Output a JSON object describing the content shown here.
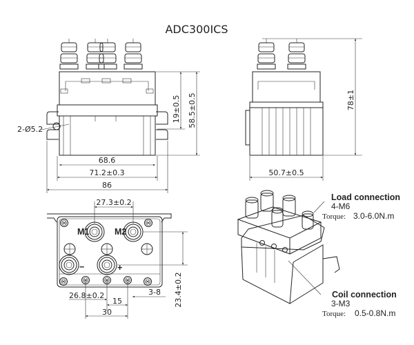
{
  "title": "ADC300ICS",
  "front_view": {
    "hole_label": "2-Ø5.2",
    "dim_height_top": "19±0.5",
    "dim_height_total": "58.5±0.5",
    "dim_width_body": "68.6",
    "dim_width_band": "71.2±0.3",
    "dim_width_total": "86"
  },
  "side_view": {
    "dim_height": "78±1",
    "dim_width": "50.7±0.5"
  },
  "bottom_view": {
    "terminal_m1": "M1",
    "terminal_m2": "M2",
    "terminal_minus": "−",
    "terminal_plus": "+",
    "dim_m_spacing": "27.3±0.2",
    "dim_left_offset": "26.8±0.2",
    "dim_coil_pitch": "15",
    "dim_coil_span": "30",
    "dim_coil_count": "3-8",
    "dim_vertical": "23.4±0.2"
  },
  "annotations": {
    "load": {
      "title": "Load connection",
      "spec": "4-M6",
      "torque_label": "Torque:",
      "torque_value": "3.0-6.0N.m"
    },
    "coil": {
      "title": "Coil connection",
      "spec": "3-M3",
      "torque_label": "Torque:",
      "torque_value": "0.5-0.8N.m"
    }
  }
}
